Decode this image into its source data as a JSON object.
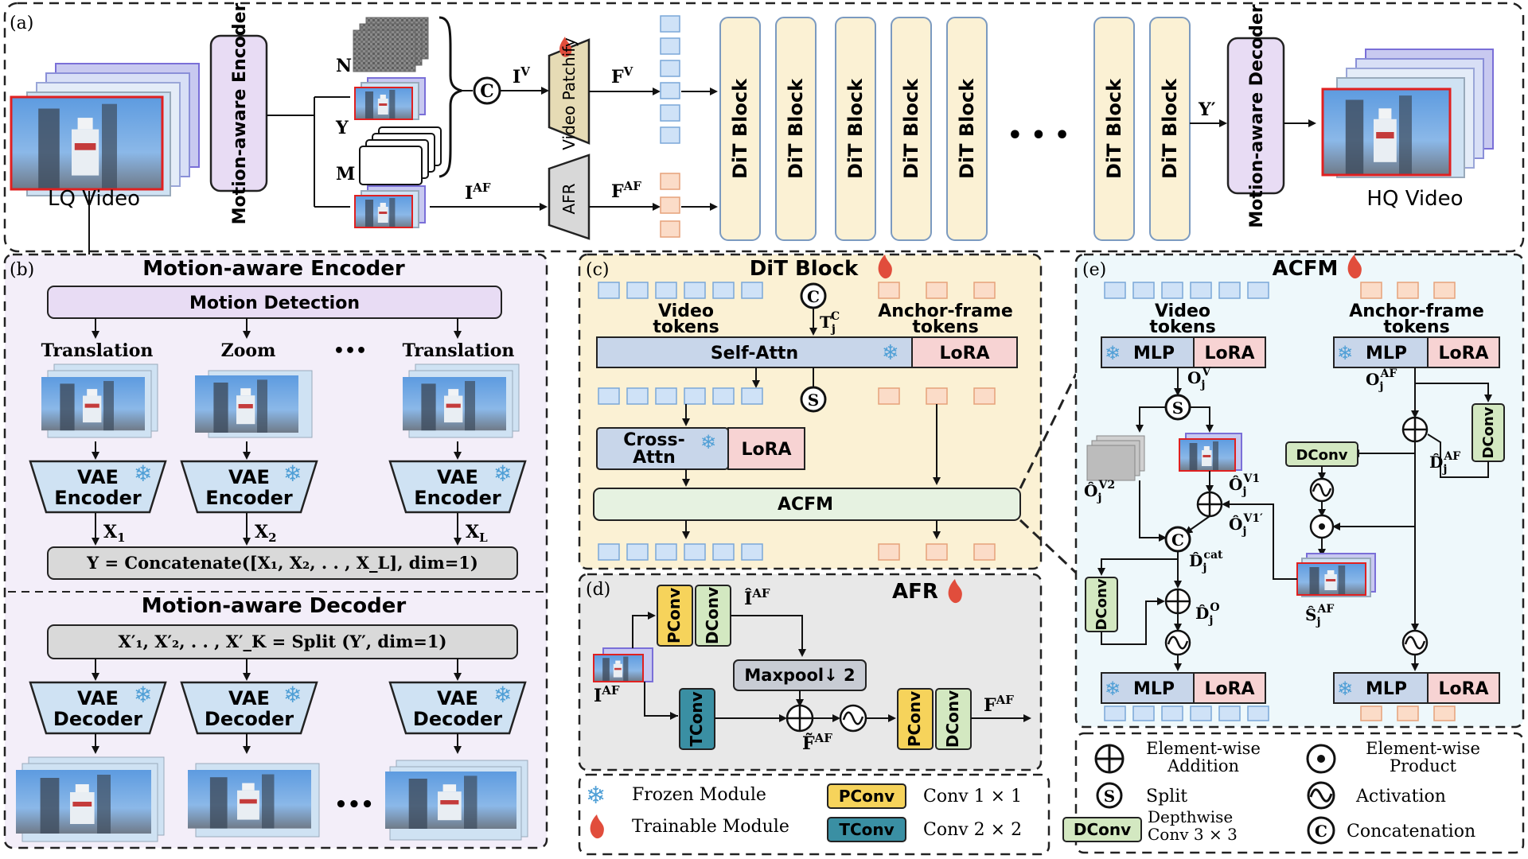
{
  "panels": {
    "a": "(a)",
    "b": "(b)",
    "c": "(c)",
    "d": "(d)",
    "e": "(e)"
  },
  "panel_a": {
    "lq_label": "LQ Video",
    "hq_label": "HQ Video",
    "encoder": "Motion-aware Encoder",
    "decoder": "Motion-aware Decoder",
    "n_label": "N",
    "y_label": "Y",
    "m_label": "M",
    "concat_symbol": "C",
    "iv_label": "I",
    "iv_sup": "V",
    "patchify": "Video Patchify",
    "fv_label": "F",
    "fv_sup": "V",
    "iaf_label": "I",
    "iaf_sup": "AF",
    "afr": "AFR",
    "faf_label": "F",
    "faf_sup": "AF",
    "dit_block": "DiT Block",
    "ellipsis": "• • •",
    "y_prime": "Y′"
  },
  "panel_b": {
    "encoder_title": "Motion-aware Encoder",
    "motion_detection": "Motion Detection",
    "motions": [
      "Translation",
      "Zoom",
      "•••",
      "Translation"
    ],
    "vae_encoder": [
      "VAE",
      "Encoder"
    ],
    "x_labels": [
      "X",
      "X",
      "X"
    ],
    "x_subs": [
      "1",
      "2",
      "L"
    ],
    "concat_eq": "Y = Concatenate([X₁, X₂, . . , X_L], dim=1)",
    "decoder_title": "Motion-aware Decoder",
    "split_eq": "X′₁, X′₂, . . , X′_K = Split (Y′, dim=1)",
    "vae_decoder": [
      "VAE",
      "Decoder"
    ],
    "bottom_ellipsis": "•••"
  },
  "panel_c": {
    "title": "DiT Block",
    "video_tokens": [
      "Video",
      "tokens"
    ],
    "anchor_tokens": [
      "Anchor-frame",
      "tokens"
    ],
    "tj_label": "T",
    "tj_sub": "j",
    "tj_sup": "C",
    "self_attn": "Self-Attn",
    "lora": "LoRA",
    "split_symbol": "S",
    "cross_attn": [
      "Cross-",
      "Attn"
    ],
    "acfm": "ACFM"
  },
  "panel_d": {
    "title": "AFR",
    "pconv": "PConv",
    "dconv": "DConv",
    "tconv": "TConv",
    "i_hat": "Î",
    "i_hat_sup": "AF",
    "maxpool": "Maxpool↓ 2",
    "iaf": "I",
    "iaf_sup": "AF",
    "f_tilde": "F̃",
    "f_tilde_sup": "AF",
    "faf": "F",
    "faf_sup": "AF"
  },
  "panel_e": {
    "title": "ACFM",
    "video_tokens": [
      "Video",
      "tokens"
    ],
    "anchor_tokens": [
      "Anchor-frame",
      "tokens"
    ],
    "mlp": "MLP",
    "lora": "LoRA",
    "dconv": "DConv",
    "o_v": "O",
    "o_v_sup": "V",
    "o_af": "O",
    "o_af_sup": "AF",
    "o_v2": "Ô",
    "o_v2_sup": "V2",
    "o_v1": "Ô",
    "o_v1_sup": "V1",
    "o_v1p": "Ô",
    "o_v1p_sup": "V1′",
    "d_af": "D̂",
    "d_af_sup": "AF",
    "d_cat": "D̂",
    "d_cat_sup": "cat",
    "d_o": "D̂",
    "d_o_sup": "O",
    "s_af": "Ŝ",
    "s_af_sup": "AF",
    "sub_j": "j"
  },
  "legend": {
    "frozen": "Frozen Module",
    "trainable": "Trainable Module",
    "pconv": "PConv",
    "pconv_desc": "Conv 1 × 1",
    "tconv": "TConv",
    "tconv_desc": "Conv 2 × 2",
    "dconv": "DConv",
    "dconv_desc": [
      "Depthwise",
      "Conv 3 × 3"
    ],
    "add": [
      "Element-wise",
      "Addition"
    ],
    "split": "Split",
    "concat": "Concatenation",
    "product": [
      "Element-wise",
      "Product"
    ],
    "activation": "Activation"
  },
  "colors": {
    "dit": "#fbf1d4",
    "encoder_purple": "#e8dcf4",
    "blue_token": "#cfe2f7",
    "orange_token": "#fbdcc8",
    "lora": "#f7d3d3",
    "pconv": "#f6d35b",
    "dconv": "#d3e8c1",
    "tconv": "#3a8fa3",
    "grey_box": "#d9d9d9",
    "acfm_bg": "#eef8fb"
  }
}
